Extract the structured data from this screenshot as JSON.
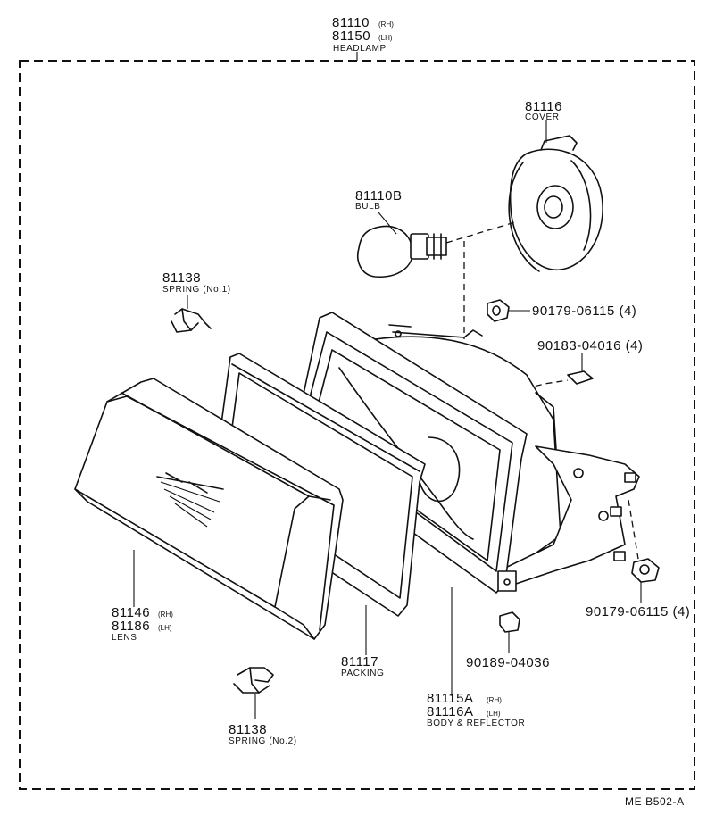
{
  "diagram": {
    "code": "ME B502-A",
    "parts": {
      "headlamp": {
        "line1_no": "81110",
        "line1_side": "(RH)",
        "line2_no": "81150",
        "line2_side": "(LH)",
        "name": "HEADLAMP"
      },
      "cover": {
        "no": "81116",
        "name": "COVER"
      },
      "bulb": {
        "no": "81110B",
        "name": "BULB"
      },
      "spring1": {
        "no": "81138",
        "name": "SPRING (No.1)"
      },
      "nut_top": {
        "no": "90179-06115 (4)"
      },
      "screw": {
        "no": "90183-04016 (4)"
      },
      "nut_right": {
        "no": "90179-06115 (4)"
      },
      "lens": {
        "line1_no": "81146",
        "line1_side": "(RH)",
        "line2_no": "81186",
        "line2_side": "(LH)",
        "name": "LENS"
      },
      "packing": {
        "no": "81117",
        "name": "PACKING"
      },
      "clip": {
        "no": "90189-04036"
      },
      "body": {
        "line1_no": "81115A",
        "line1_side": "(RH)",
        "line2_no": "81116A",
        "line2_side": "(LH)",
        "name": "BODY & REFLECTOR"
      },
      "spring2": {
        "no": "81138",
        "name": "SPRING (No.2)"
      }
    }
  }
}
